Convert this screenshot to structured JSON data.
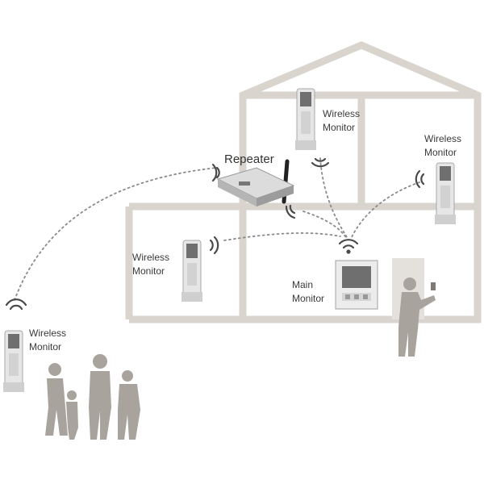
{
  "labels": {
    "repeater": "Repeater",
    "main_monitor_line1": "Main",
    "main_monitor_line2": "Monitor",
    "wireless_line1": "Wireless",
    "wireless_line2": "Monitor"
  },
  "colors": {
    "house_wall": "#d9d4cd",
    "link_line": "#8a8a8a",
    "signal_wave": "#4a4a4a",
    "silhouette": "#a8a39d",
    "device_body": "#e6e6e6",
    "screen": "#6f6f6f"
  },
  "icons": [
    "wifi-icon",
    "signal-wave-icon",
    "antenna-icon"
  ]
}
